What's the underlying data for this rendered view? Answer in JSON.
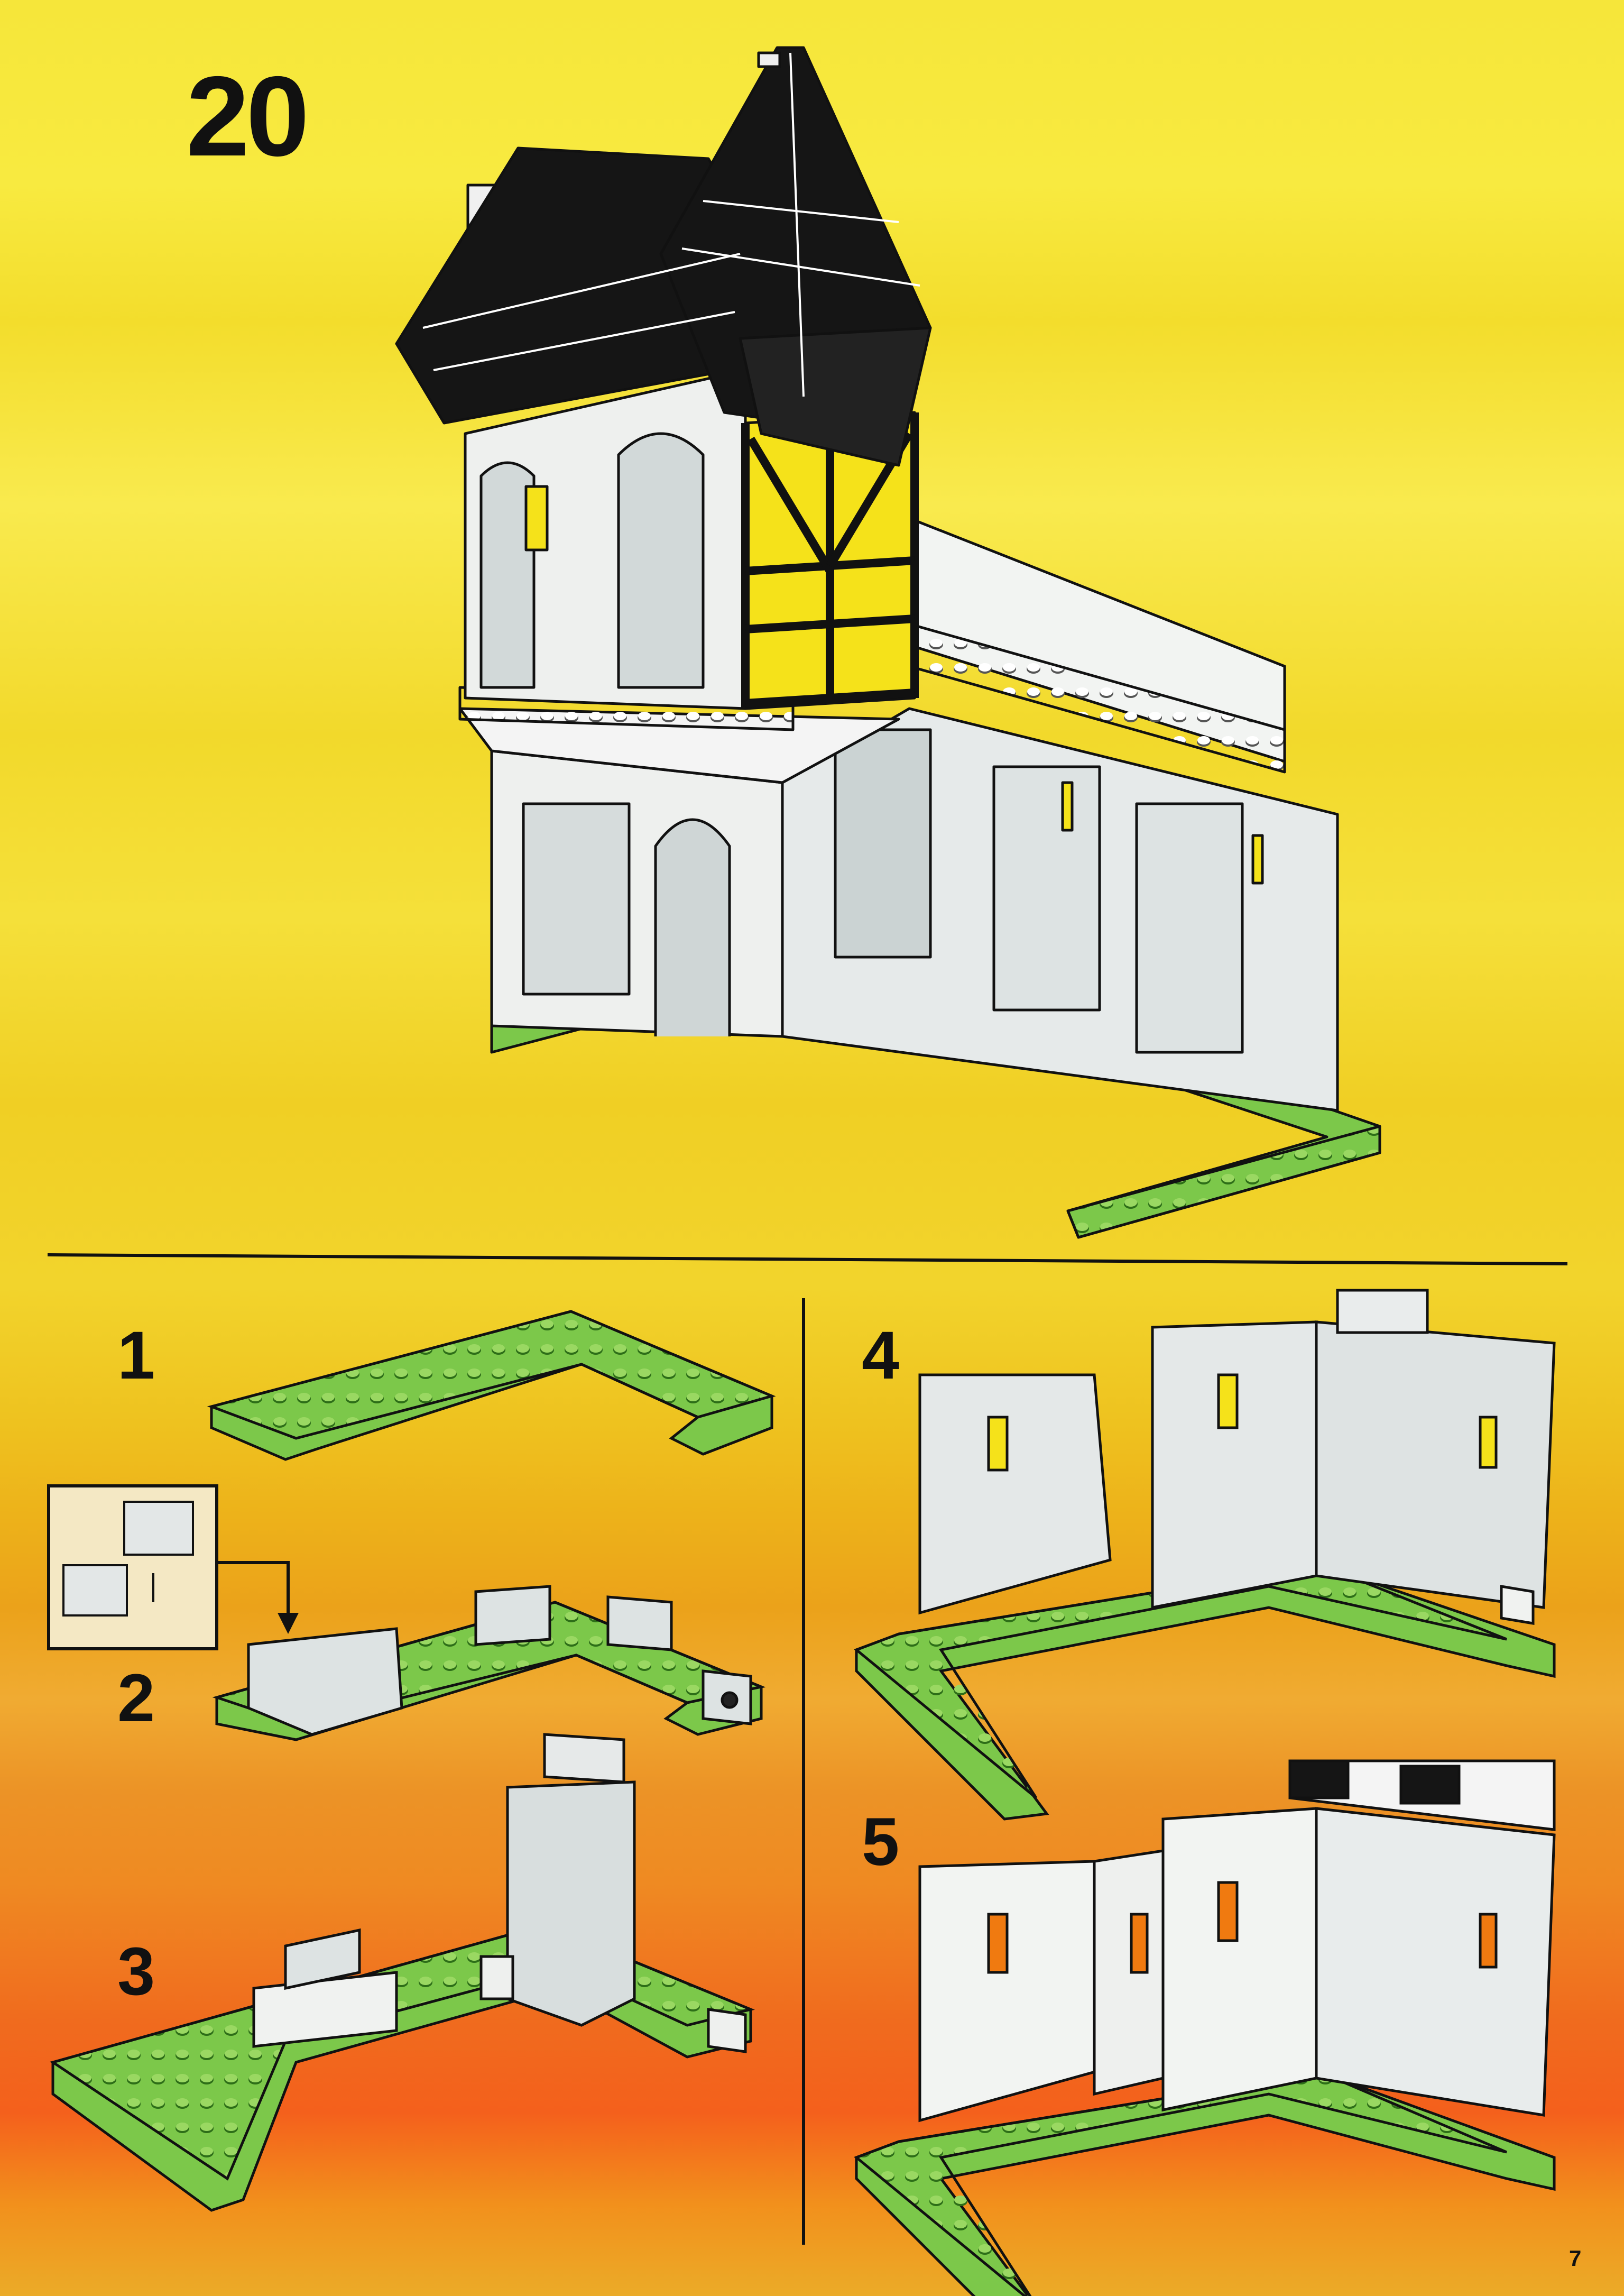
{
  "main_step": {
    "number": "20"
  },
  "sub_steps": [
    {
      "number": "1"
    },
    {
      "number": "2"
    },
    {
      "number": "3"
    },
    {
      "number": "4"
    },
    {
      "number": "5"
    }
  ],
  "page_number": "7",
  "colors": {
    "brick_white": "#eef0ee",
    "brick_shadow": "#bcc4c4",
    "roof_black": "#151515",
    "baseplate_green": "#7cc84a",
    "timber_yellow": "#f5e21a",
    "outline": "#111111"
  }
}
